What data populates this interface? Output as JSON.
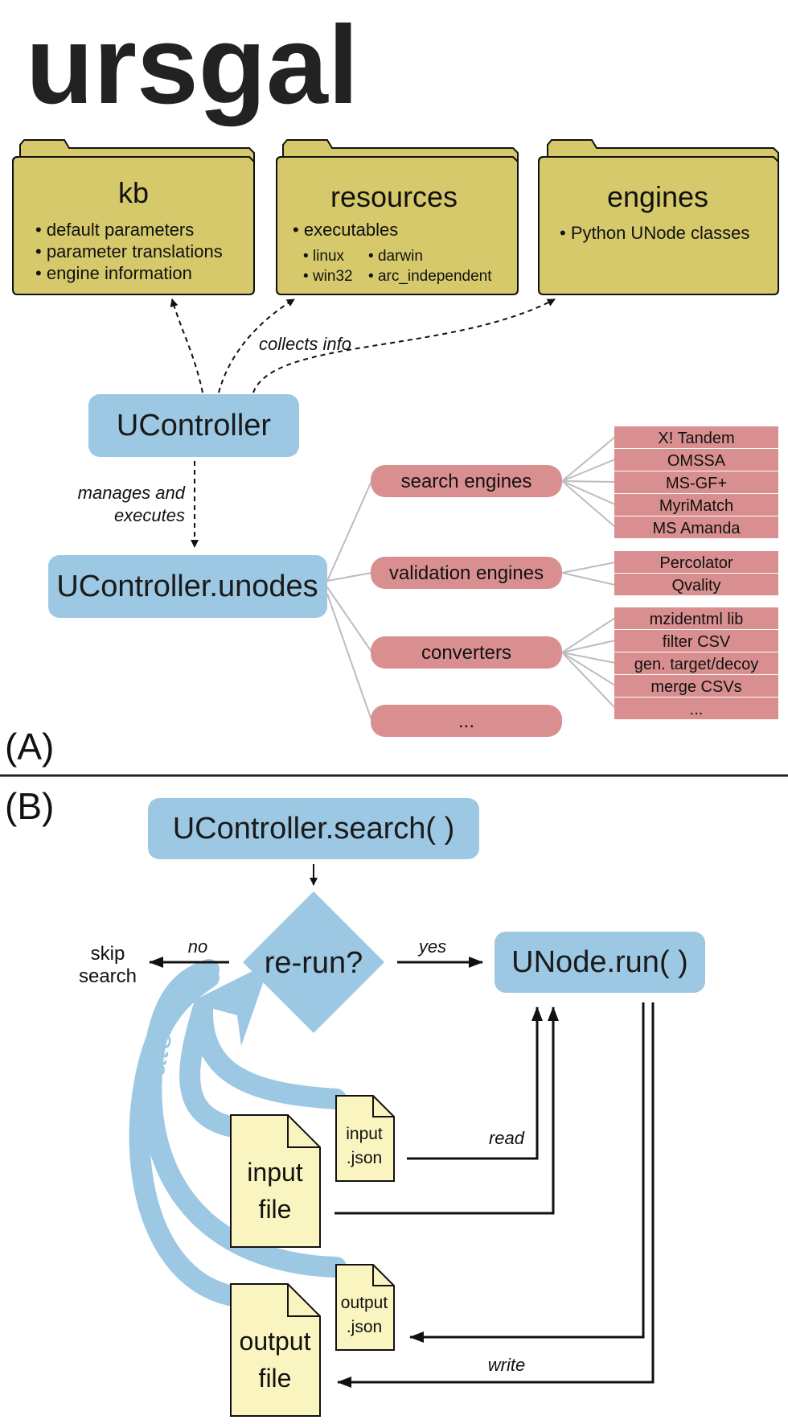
{
  "title": "ursgal",
  "colors": {
    "folder_fill": "#d6c96b",
    "blue_box": "#9cc8e4",
    "pink_pill": "#d98f8f",
    "doc_fill": "#faf5c0",
    "eval_arrow": "#9cc8e4"
  },
  "panel_a": {
    "label": "(A)",
    "folders": [
      {
        "title": "kb",
        "bullets": [
          "default parameters",
          "parameter translations",
          "engine information"
        ]
      },
      {
        "title": "resources",
        "bullets": [
          "executables"
        ],
        "sub_bullets": [
          "linux",
          "darwin",
          "win32",
          "arc_independent"
        ]
      },
      {
        "title": "engines",
        "bullets": [
          "Python UNode classes"
        ]
      }
    ],
    "edge_labels": {
      "collects_info": "collects info",
      "manages_line1": "manages and",
      "manages_line2": "executes"
    },
    "controller": "UController",
    "unodes": "UController.unodes",
    "categories": [
      {
        "label": "search engines",
        "items": [
          "X! Tandem",
          "OMSSA",
          "MS-GF+",
          "MyriMatch",
          "MS Amanda"
        ]
      },
      {
        "label": "validation engines",
        "items": [
          "Percolator",
          "Qvality"
        ]
      },
      {
        "label": "converters",
        "items": [
          "mzidentml lib",
          "filter CSV",
          "gen. target/decoy",
          "merge CSVs",
          "..."
        ]
      },
      {
        "label": "...",
        "items": []
      }
    ]
  },
  "panel_b": {
    "label": "(B)",
    "search_call": "UController.search( )",
    "decision": "re-run?",
    "no_label": "no",
    "yes_label": "yes",
    "skip_line1": "skip",
    "skip_line2": "search",
    "run_call": "UNode.run( )",
    "evaluate_label": "evaluate",
    "input_json": [
      "input",
      ".json"
    ],
    "input_file": [
      "input",
      "file"
    ],
    "output_json": [
      "output",
      ".json"
    ],
    "output_file": [
      "output",
      "file"
    ],
    "read_label": "read",
    "write_label": "write"
  }
}
